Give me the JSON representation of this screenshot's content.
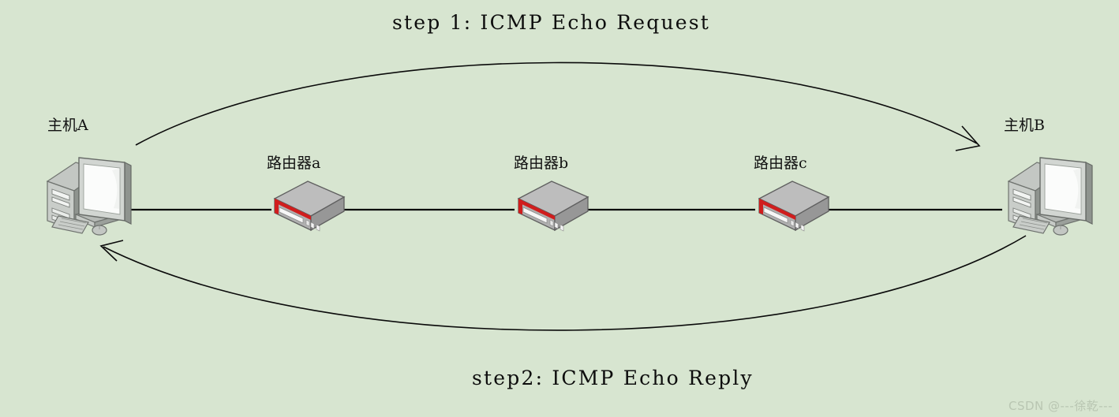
{
  "diagram": {
    "background_color": "#d7e5d0",
    "line_color": "#0a0a0a",
    "title_top": "step 1: ICMP Echo Request",
    "title_bottom": "step2: ICMP Echo Reply"
  },
  "nodes": {
    "host_a": {
      "label": "主机A",
      "type": "computer"
    },
    "host_b": {
      "label": "主机B",
      "type": "computer"
    },
    "router_a": {
      "label": "路由器a",
      "type": "router"
    },
    "router_b": {
      "label": "路由器b",
      "type": "router"
    },
    "router_c": {
      "label": "路由器c",
      "type": "router"
    }
  },
  "flows": [
    {
      "id": "icmp-echo-request",
      "label": "step 1: ICMP Echo Request",
      "direction": "host_a -> host_b",
      "arrow_style": "open-v"
    },
    {
      "id": "icmp-echo-reply",
      "label": "step2: ICMP Echo Reply",
      "direction": "host_b -> host_a",
      "arrow_style": "open-v"
    }
  ],
  "links": [
    {
      "from": "host_a",
      "to": "router_a"
    },
    {
      "from": "router_a",
      "to": "router_b"
    },
    {
      "from": "router_b",
      "to": "router_c"
    },
    {
      "from": "router_c",
      "to": "host_b"
    }
  ],
  "colors": {
    "router_body": "#b4b4b4",
    "router_accent": "#d01d1d",
    "computer_body": "#b9bdb9",
    "screen": "#fbfcfb"
  },
  "watermark": "CSDN @---徐乾---"
}
